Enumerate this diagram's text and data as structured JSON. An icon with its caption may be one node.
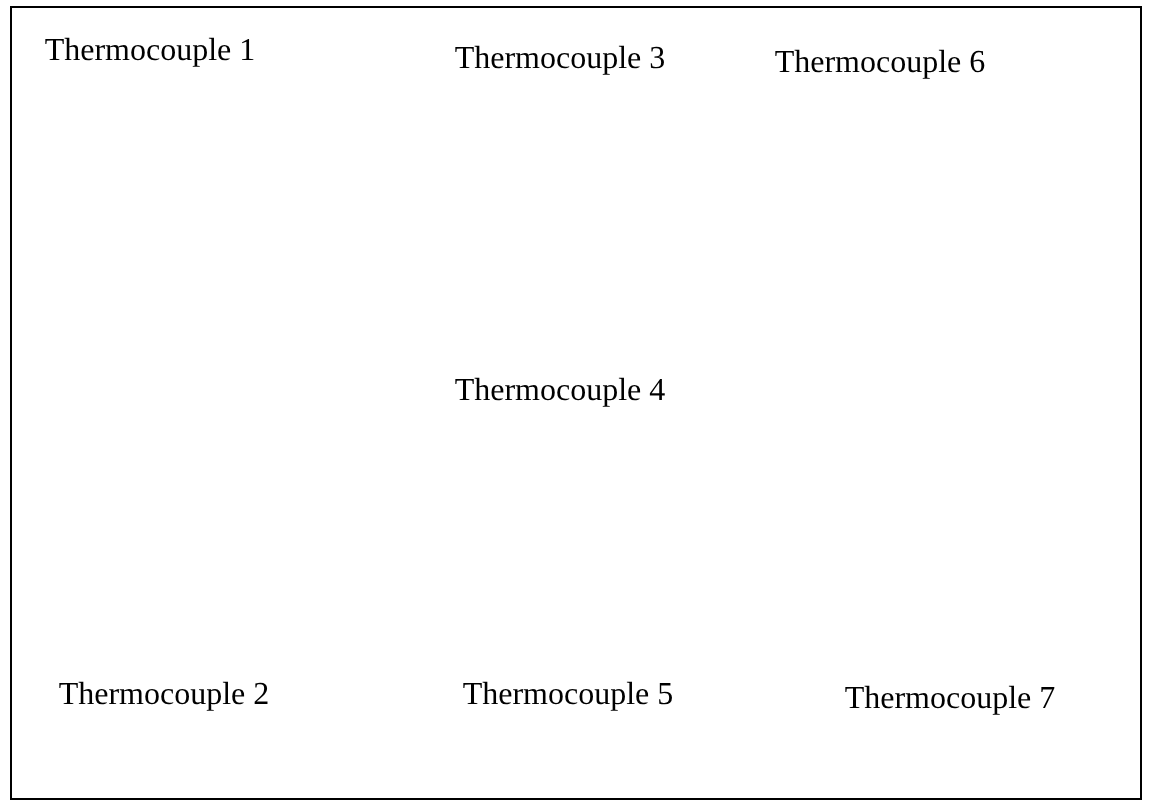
{
  "diagram": {
    "labels": [
      "Thermocouple 1",
      "Thermocouple 3",
      "Thermocouple 6",
      "Thermocouple 4",
      "Thermocouple 2",
      "Thermocouple 5",
      "Thermocouple 7"
    ]
  }
}
